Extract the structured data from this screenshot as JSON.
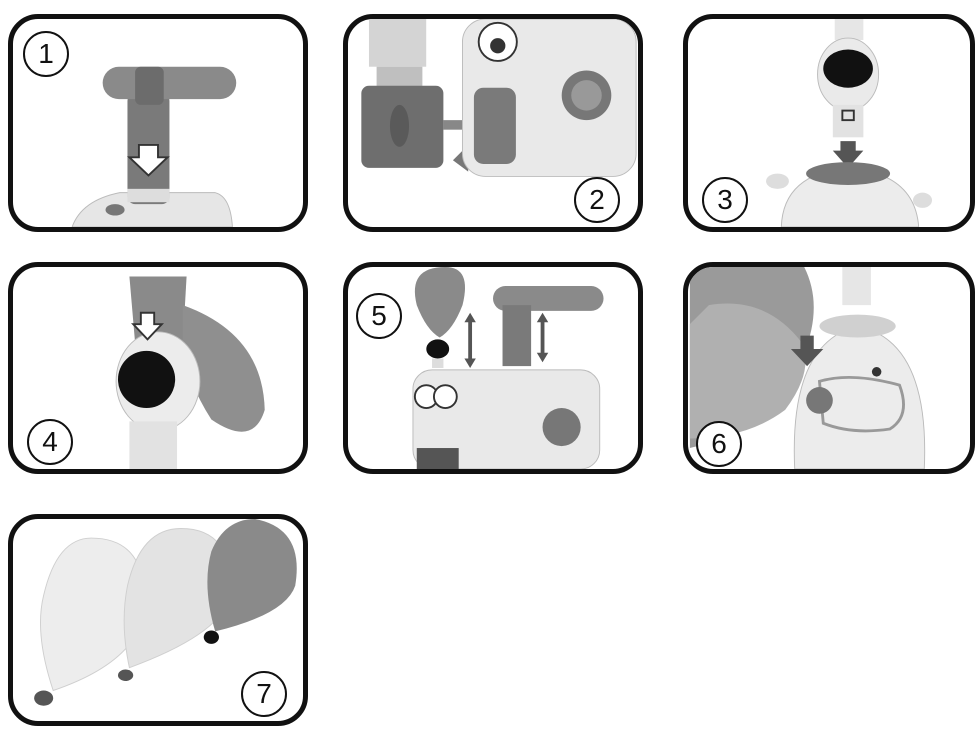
{
  "steps": [
    {
      "number": "1",
      "icon": "pump-handle-push-icon"
    },
    {
      "number": "2",
      "icon": "attach-launcher-icon"
    },
    {
      "number": "3",
      "icon": "insert-astronaut-icon"
    },
    {
      "number": "4",
      "icon": "attach-balloon-icon"
    },
    {
      "number": "5",
      "icon": "pump-inflate-icon"
    },
    {
      "number": "6",
      "icon": "press-release-button-icon"
    },
    {
      "number": "7",
      "icon": "balloon-launch-icon"
    }
  ]
}
